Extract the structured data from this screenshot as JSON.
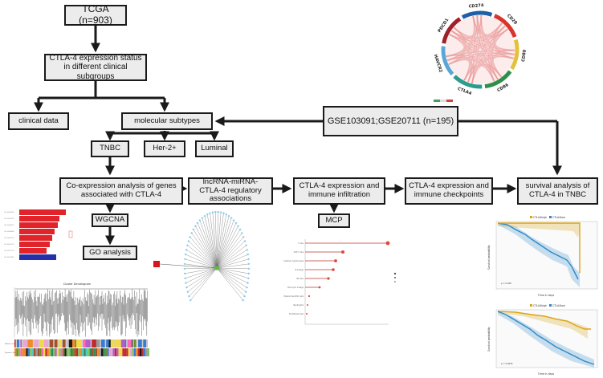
{
  "flow": {
    "tcga": "TCGA (n=903)",
    "ctla4_status": "CTLA-4 expression status in different clinical subgroups",
    "clinical": "clinical data",
    "molecular": "molecular subtypes",
    "gse": "GSE103091;GSE20711 (n=195)",
    "tnbc": "TNBC",
    "her2": "Her-2+",
    "luminal": "Luminal",
    "coexp": "Co-expression analysis of genes associated with CTLA-4",
    "lncrna": "lncRNA-miRNA-CTLA-4 regulatory associations",
    "infiltration": "CTLA-4 expression and immune infiltration",
    "checkpoints": "CTLA-4 expression and immune checkpoints",
    "survival": "survival analysis of CTLA-4 in TNBC",
    "wgcna": "WGCNA",
    "go": "GO analysis",
    "mcp": "MCP"
  },
  "chord": {
    "genes": [
      "PDCD1",
      "CD274",
      "CD28",
      "CD80",
      "CD86",
      "CTLA4",
      "HAVCR2"
    ],
    "colors": [
      "#a0202a",
      "#1f5fa8",
      "#d9342b",
      "#e2c23a",
      "#2f8f48",
      "#2b9d8f",
      "#5aa7d6"
    ]
  },
  "km": {
    "top": {
      "legend": [
        "CTLA4high",
        "CTLA4low"
      ],
      "ylabel": "Survival probability",
      "xlabel": "Time in days",
      "pvalue": "p = 0.030"
    },
    "bottom": {
      "legend": [
        "CTLA4high",
        "CTLA4low"
      ],
      "ylabel": "Survival probability",
      "xlabel": "Time in days",
      "pvalue": "p = 0.0015"
    }
  },
  "dendro": {
    "title": "Cluster Dendrogram"
  }
}
